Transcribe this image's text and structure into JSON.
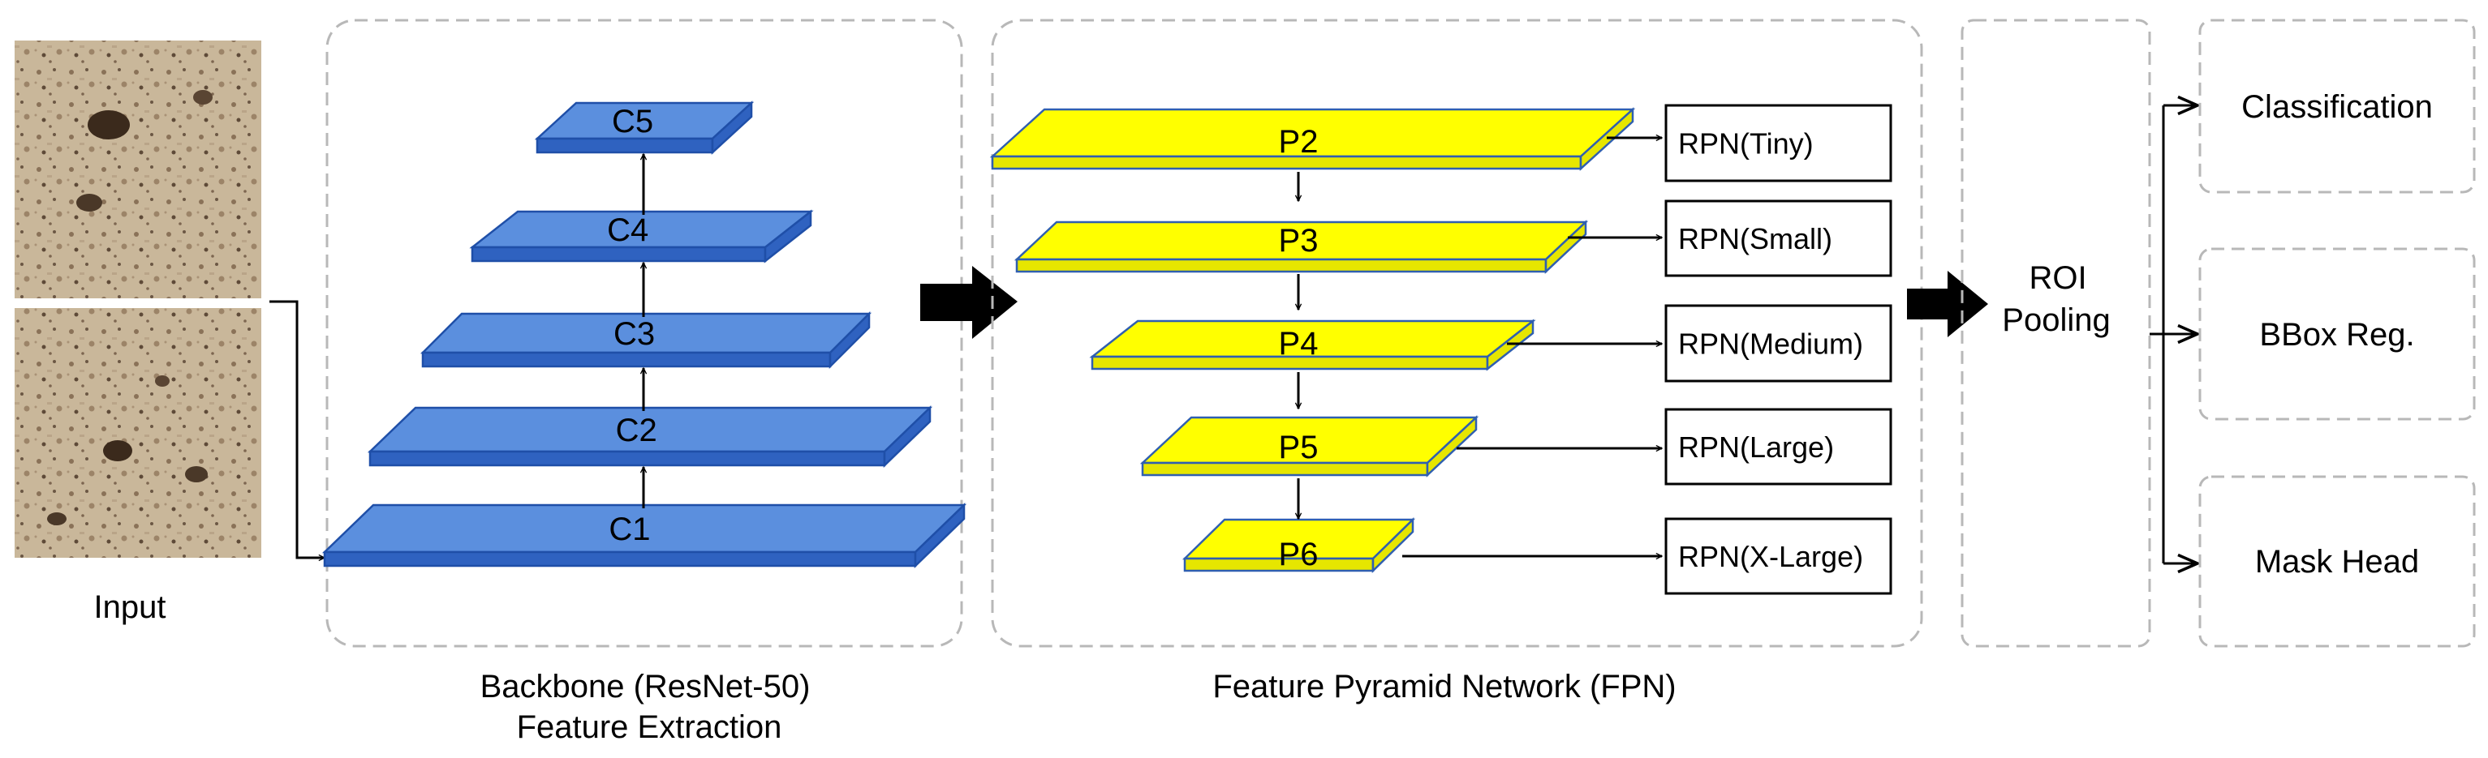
{
  "input": {
    "label": "Input",
    "image_description": "two stacked photos of rocky desert ground"
  },
  "backbone": {
    "title": "Backbone (ResNet-50)",
    "subtitle": "Feature Extraction",
    "layers": [
      "C1",
      "C2",
      "C3",
      "C4",
      "C5"
    ]
  },
  "fpn": {
    "title": "Feature Pyramid Network (FPN)",
    "levels": [
      "P2",
      "P3",
      "P4",
      "P5",
      "P6"
    ],
    "rpns": [
      "RPN(Tiny)",
      "RPN(Small)",
      "RPN(Medium)",
      "RPN(Large)",
      "RPN(X-Large)"
    ]
  },
  "roi": {
    "line1": "ROI",
    "line2": "Pooling"
  },
  "heads": [
    "Classification",
    "BBox Reg.",
    "Mask Head"
  ],
  "colors": {
    "backbone_fill": "#5b8fde",
    "backbone_dark": "#2f62c0",
    "backbone_edge": "#1f4fa8",
    "fpn_fill": "#ffff00",
    "fpn_side": "#e6e600",
    "fpn_edge": "#2f5fb0",
    "dashed": "#b8b8b8",
    "arrow": "#000000"
  }
}
